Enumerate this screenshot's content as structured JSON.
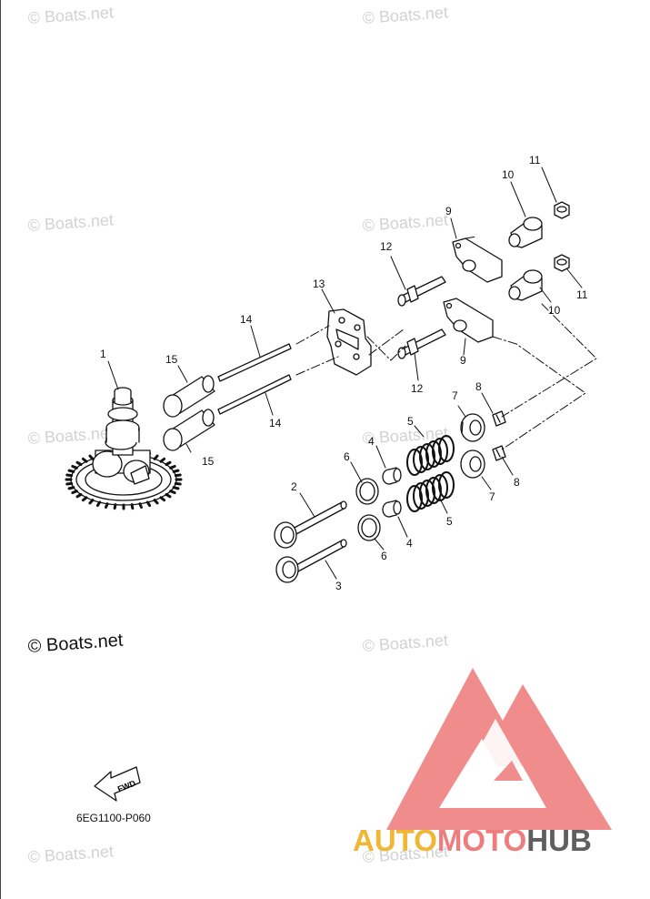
{
  "watermarks": [
    "© Boats.net",
    "© Boats.net",
    "© Boats.net",
    "© Boats.net",
    "© Boats.net",
    "© Boats.net",
    "© Boats.net",
    "© Boats.net",
    "© Boats.net"
  ],
  "copyright": "© Boats.net",
  "diagram_code": "6EG1100-P060",
  "fwd_label": "FWD",
  "callouts": [
    "1",
    "2",
    "3",
    "4",
    "4",
    "5",
    "5",
    "6",
    "6",
    "7",
    "7",
    "8",
    "8",
    "9",
    "9",
    "10",
    "10",
    "11",
    "11",
    "12",
    "12",
    "13",
    "14",
    "14",
    "15",
    "15"
  ],
  "brand": {
    "part1": "AUTO",
    "part2": "MOTO",
    "part3": "HUB"
  },
  "colors": {
    "logo_fill": "#f08c8c",
    "brand_yellow": "#f1b733",
    "brand_pink": "#ef7d7d",
    "brand_gray": "#5f5f5f",
    "line": "#111111",
    "watermark": "#d2d2d2"
  }
}
